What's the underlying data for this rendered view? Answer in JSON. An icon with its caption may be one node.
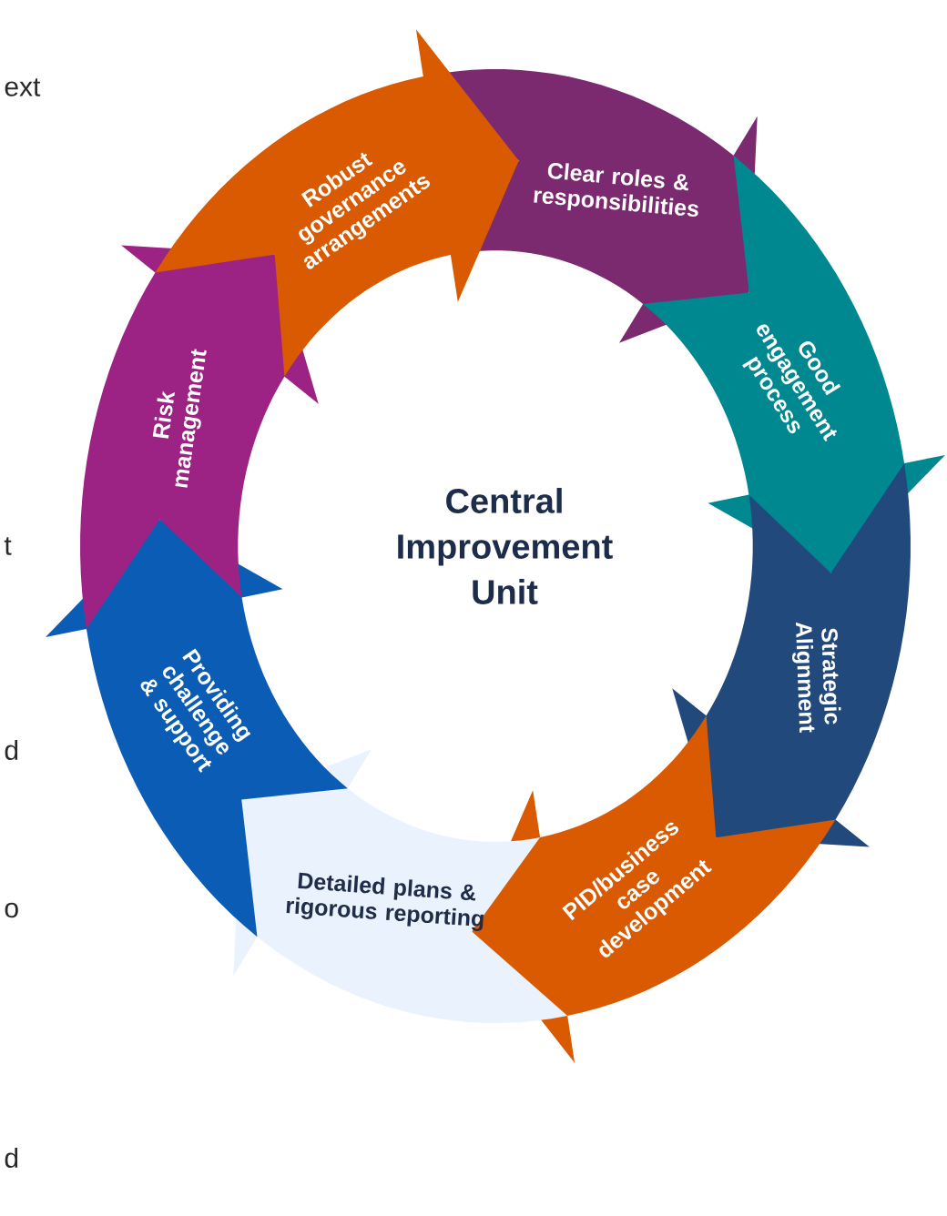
{
  "diagram": {
    "nodes": [
      {
        "text": [
          "Clear roles & responsibilities"
        ]
      },
      {
        "text": [
          "Good engagement process"
        ]
      },
      {
        "text": [
          "Strategic Alignment"
        ]
      },
      {
        "text": [
          "PID/business case development"
        ]
      },
      {
        "text": [
          "Detailed plans & rigorous reporting"
        ]
      },
      {
        "text": [
          "Providing challenge & support"
        ]
      },
      {
        "text": [
          "Risk management"
        ]
      },
      {
        "text": [
          "Robust governance arrangements"
        ]
      },
      {
        "text": [
          "Central Improvement Unit"
        ]
      }
    ],
    "labels": [
      "ext",
      "t",
      "d",
      "o",
      "d"
    ]
  }
}
